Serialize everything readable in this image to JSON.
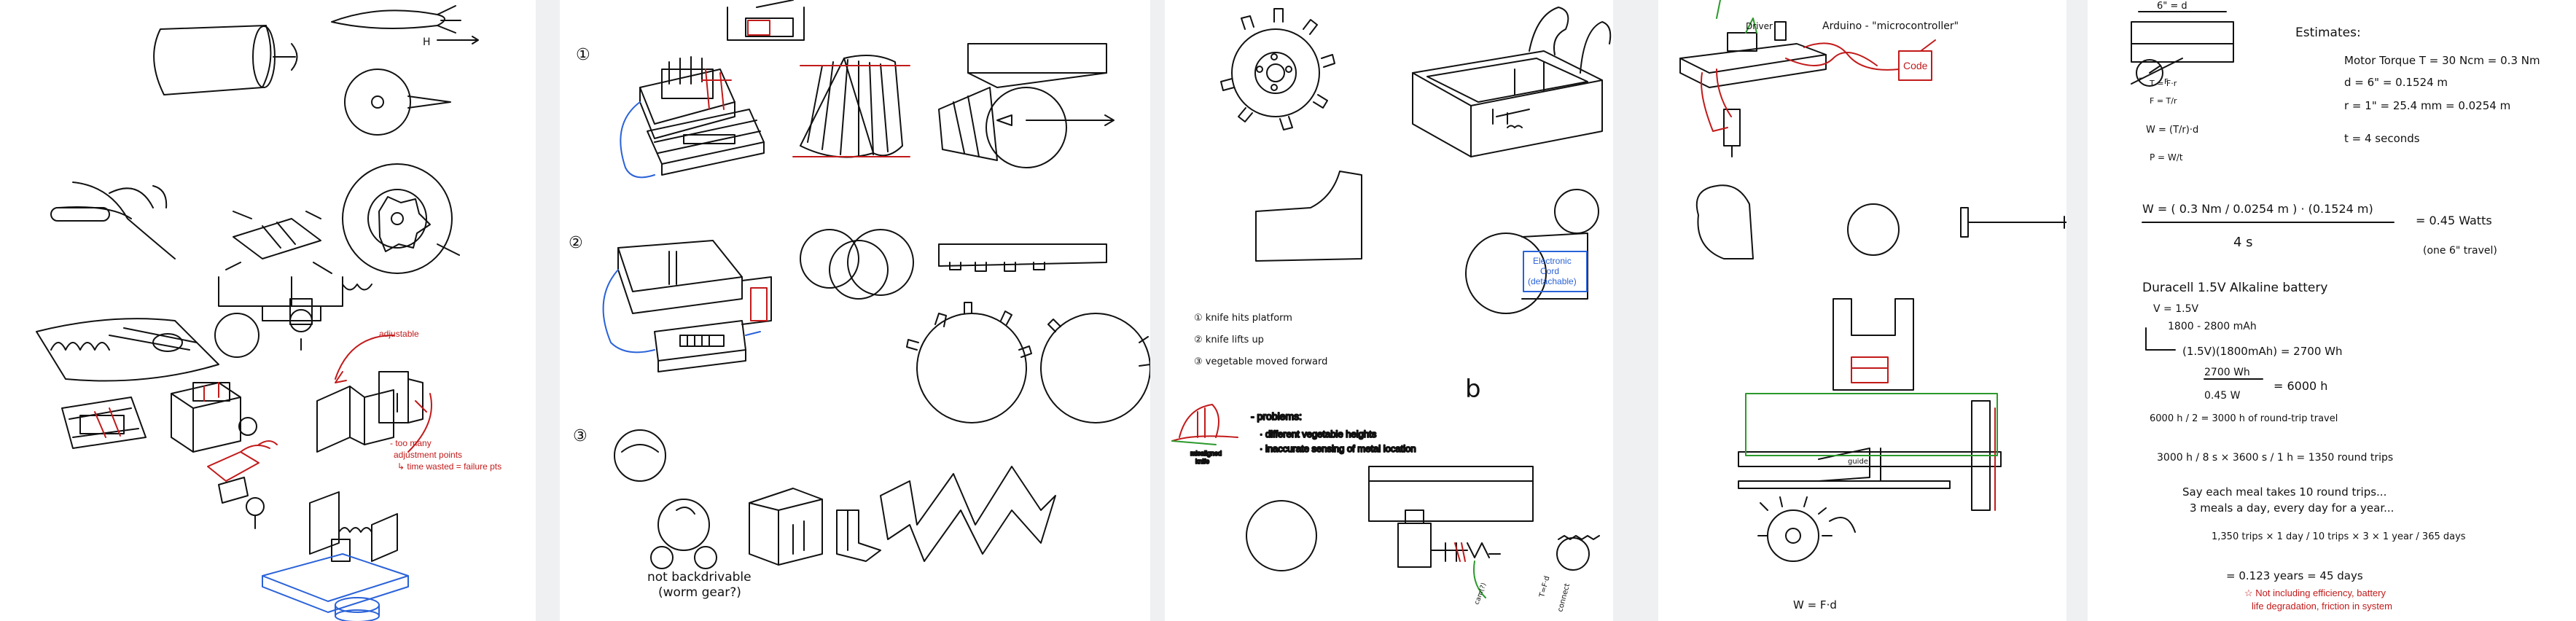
{
  "panel2": {
    "steps": [
      "①",
      "②",
      "③"
    ],
    "worm_note_line1": "not backdrivable",
    "worm_note_line2": "(worm gear?)"
  },
  "panel1": {
    "adjustable": "adjustable",
    "note_line1": "- too many",
    "note_line2": "adjustment points",
    "note_line3": "↳ time wasted = failure pts",
    "arrow_label": "H"
  },
  "panel3": {
    "steps": [
      "① knife hits platform",
      "② knife lifts up",
      "③ vegetable moved forward"
    ],
    "letter": "b",
    "problems_title": "- problems:",
    "problem_1": "· different vegetable heights",
    "problem_2": "· inaccurate sensing of metal location",
    "misaligned": "misaligned",
    "misaligned2": "knife",
    "electronic_1": "Electronic",
    "electronic_2": "Cord",
    "electronic_3": "(detachable)",
    "tiny_1": "T=F·d",
    "tiny_2": "connect",
    "tiny_3": "cam(?)"
  },
  "panel4": {
    "arduino": "Arduino - \"microcontroller\"",
    "driver": "Driver",
    "code": "Code",
    "w_formula": "W = F·d",
    "gear_label": "guide"
  },
  "panel5": {
    "diagram_top": "6\" = d",
    "diagram_r": "r",
    "diagram_f": "F",
    "estimates": "Estimates:",
    "torque": "Motor Torque T = 30 Ncm = 0.3 Nm",
    "d": "d = 6\" = 0.1524 m",
    "r": "r = 1\" = 25.4 mm = 0.0254 m",
    "t": "t = 4 seconds",
    "f_t": "T = F·r",
    "f_f": "F = T/r",
    "f_w": "W = (T/r)·d",
    "f_p": "P = W/t",
    "w_num": "W = ( 0.3 Nm / 0.0254 m ) · (0.1524 m)",
    "w_den": "4 s",
    "w_result": "= 0.45 Watts",
    "w_note": "(one 6\" travel)",
    "battery": "Duracell 1.5V Alkaline battery",
    "v": "V = 1.5V",
    "mah": "1800 - 2800 mAh",
    "wh": "(1.5V)(1800mAh) = 2700 Wh",
    "h_num": "2700 Wh",
    "h_den": "0.45 W",
    "h_res": "= 6000 h",
    "half": "6000 h / 2 = 3000 h of round-trip travel",
    "trips": "3000 h / 8 s × 3600 s / 1 h = 1350 round trips",
    "say1": "Say each meal takes 10 round trips...",
    "say2": "3 meals a day, every day for a year...",
    "calc": "1,350 trips × 1 day / 10 trips × 3 × 1 year / 365 days",
    "years": "= 0.123 years = 45 days",
    "warn1": "☆ Not including efficiency, battery",
    "warn2": "life degradation, friction in system"
  }
}
